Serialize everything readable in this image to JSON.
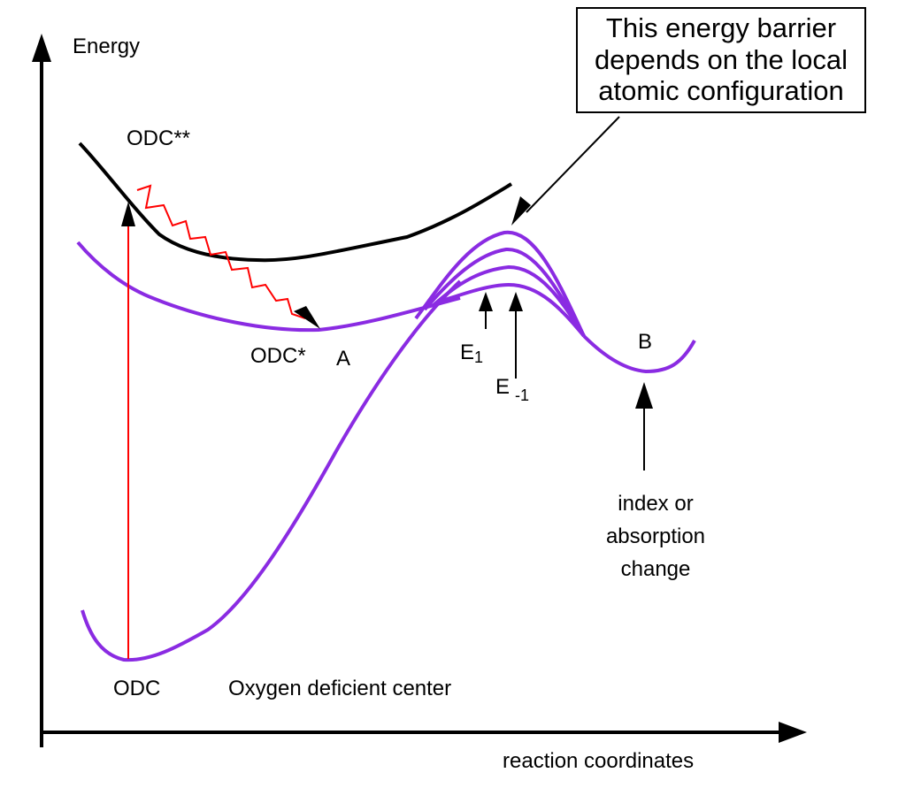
{
  "axes": {
    "y_label": "Energy",
    "x_label": "reaction coordinates"
  },
  "states": {
    "excited_upper": "ODC**",
    "excited_lower": "ODC*",
    "point_a": "A",
    "point_b": "B",
    "ground": "ODC",
    "ground_desc": "Oxygen deficient center"
  },
  "barrier_labels": {
    "e1_main": "E",
    "e1_sub": "1",
    "em1_main": "E",
    "em1_sub": "-1"
  },
  "callout": {
    "lines": [
      "This energy barrier",
      "depends on the local",
      "atomic configuration"
    ]
  },
  "note_b": {
    "lines": [
      "index or",
      "absorption",
      "change"
    ]
  },
  "colors": {
    "axis": "#000000",
    "excited_curve": "#000000",
    "ground_curves": "#8a2be2",
    "transition": "#ff0000"
  }
}
